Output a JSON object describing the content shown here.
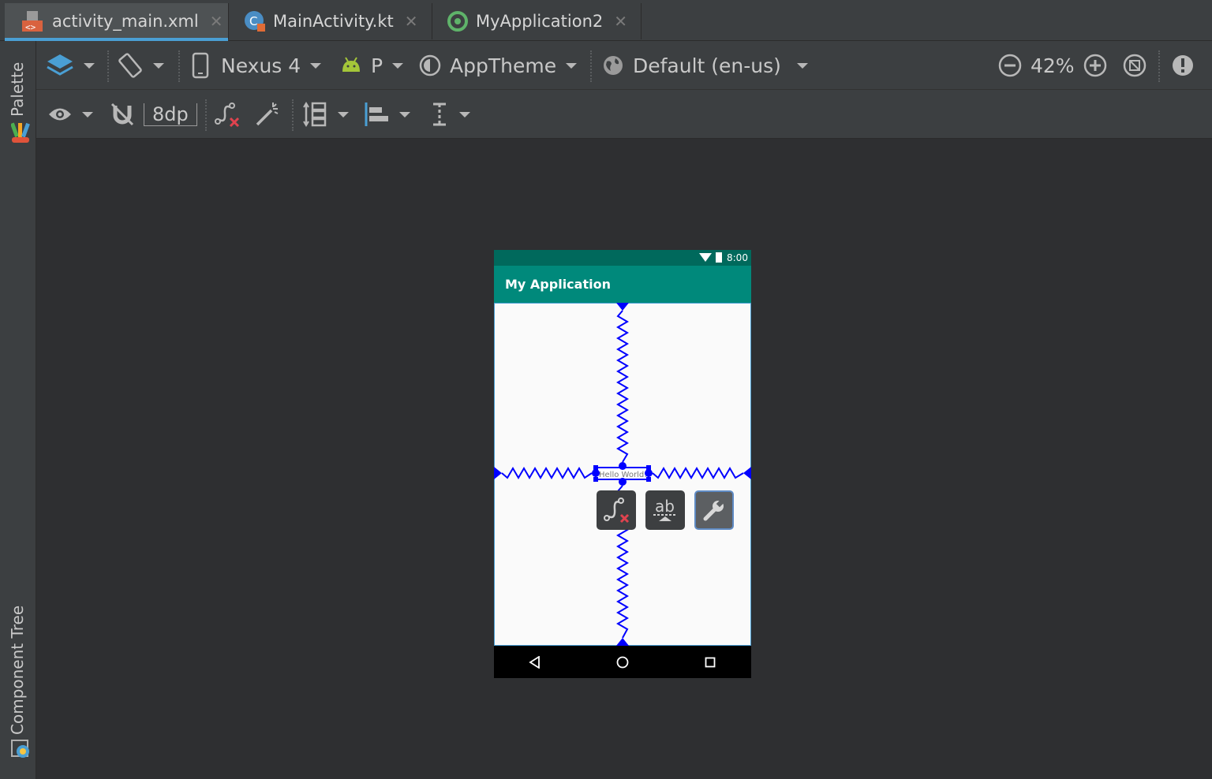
{
  "tabs": [
    {
      "label": "activity_main.xml",
      "close": "✕",
      "active": true
    },
    {
      "label": "MainActivity.kt",
      "close": "✕",
      "active": false
    },
    {
      "label": "MyApplication2",
      "close": "✕",
      "active": false
    }
  ],
  "side_panels": {
    "palette": "Palette",
    "component_tree": "Component Tree"
  },
  "toolbar": {
    "device": "Nexus 4",
    "api_level": "P",
    "theme": "AppTheme",
    "locale": "Default (en-us)",
    "zoom": "42%",
    "margin": "8dp"
  },
  "phone": {
    "status_time": "8:00",
    "app_title": "My Application",
    "textview_text": "Hello World!"
  },
  "colors": {
    "accent_tab": "#4a9fd4",
    "status_bar": "#00695c",
    "app_bar": "#00897b",
    "constraint": "#0000ff"
  },
  "icons": [
    "layers-icon",
    "orientation-icon",
    "phone-icon",
    "android-icon",
    "theme-icon",
    "globe-icon",
    "zoom-out-icon",
    "zoom-in-icon",
    "zoom-fit-icon",
    "warning-icon",
    "eye-icon",
    "magnet-icon",
    "clear-constraints-icon",
    "infer-constraints-icon",
    "pack-icon",
    "align-icon",
    "guidelines-icon",
    "baseline-icon",
    "wrench-icon"
  ]
}
